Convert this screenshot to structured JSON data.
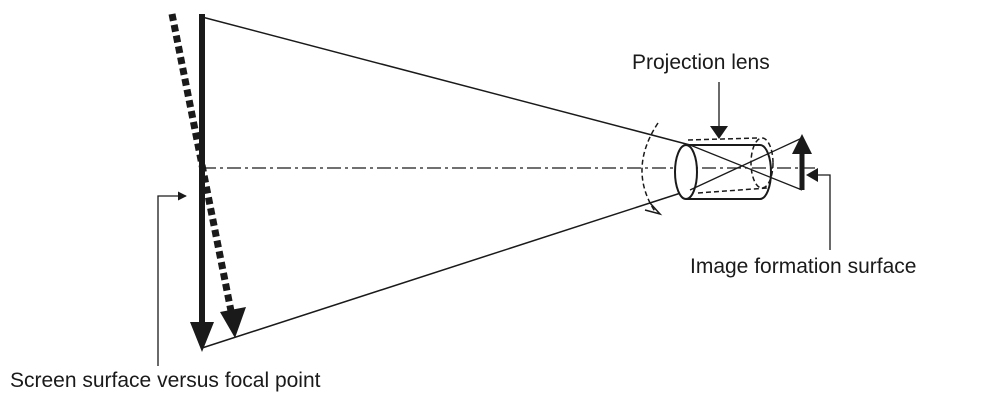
{
  "labels": {
    "projection_lens": "Projection lens",
    "image_formation_surface": "Image formation surface",
    "screen_surface": "Screen surface versus focal point"
  },
  "colors": {
    "stroke": "#1a1a1a",
    "background": "#ffffff"
  }
}
